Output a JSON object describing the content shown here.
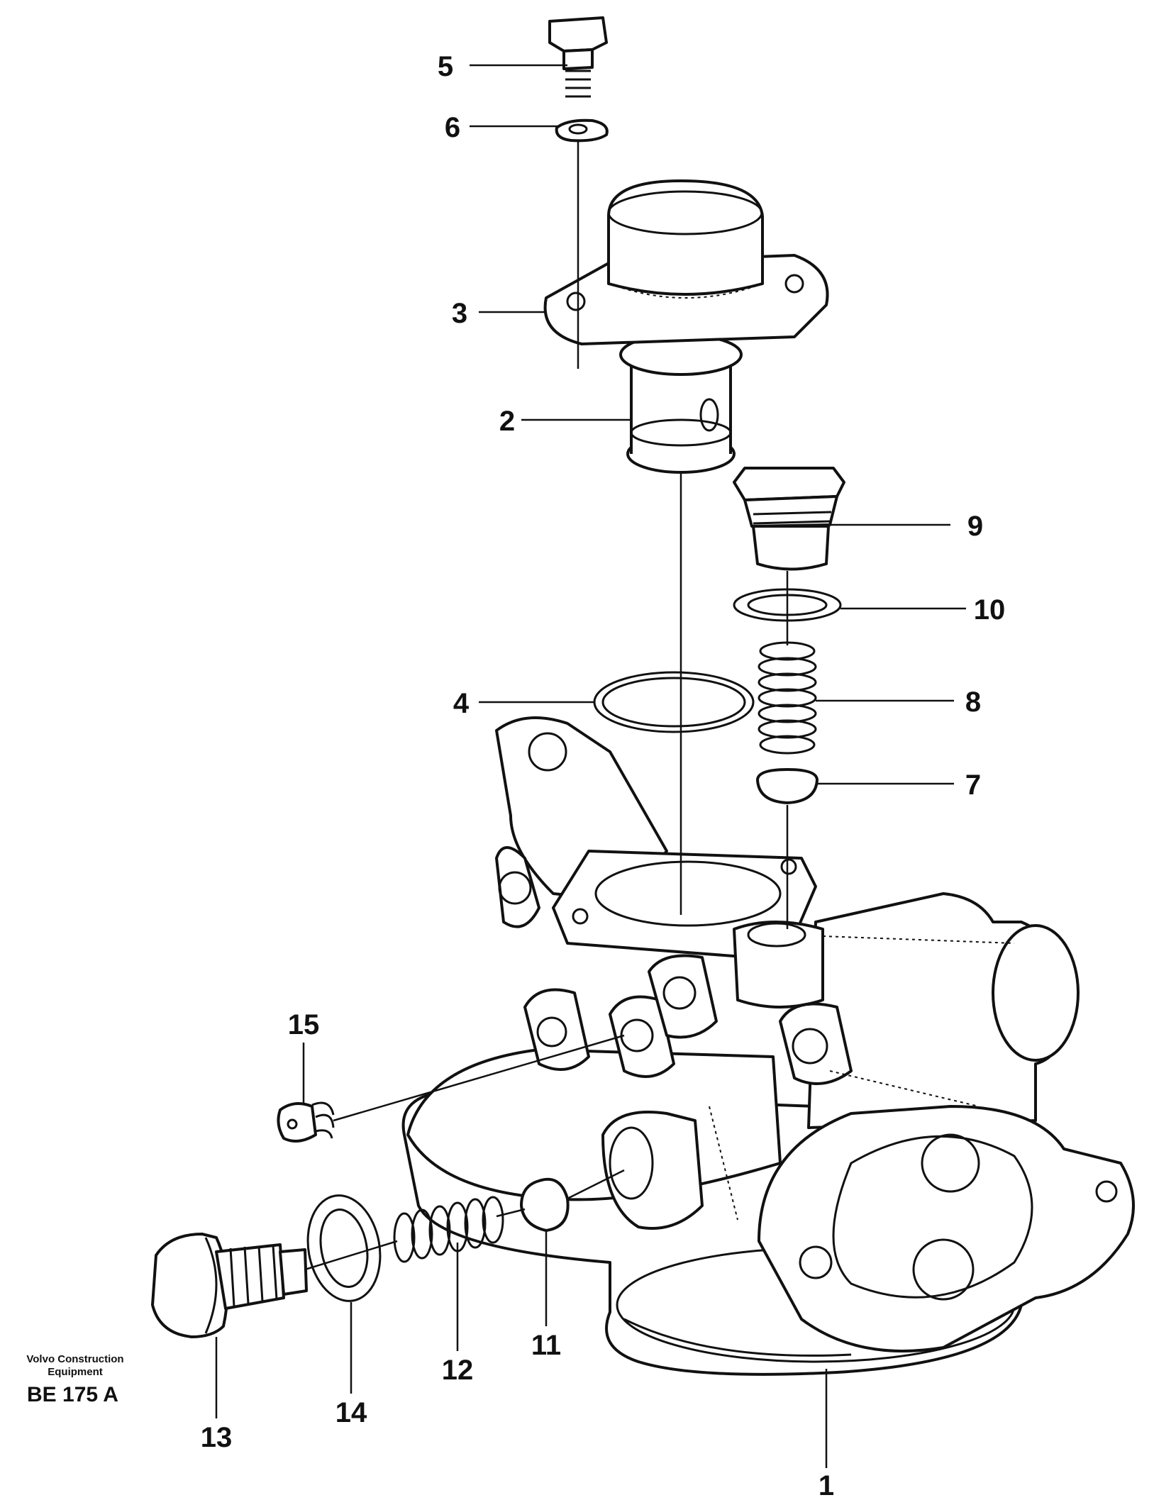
{
  "parts": {
    "p1": "1",
    "p2": "2",
    "p3": "3",
    "p4": "4",
    "p5": "5",
    "p6": "6",
    "p7": "7",
    "p8": "8",
    "p9": "9",
    "p10": "10",
    "p11": "11",
    "p12": "12",
    "p13": "13",
    "p14": "14",
    "p15": "15"
  },
  "credit": {
    "line1": "Volvo Construction",
    "line2": "Equipment"
  },
  "drawing_code": "BE 175 A"
}
